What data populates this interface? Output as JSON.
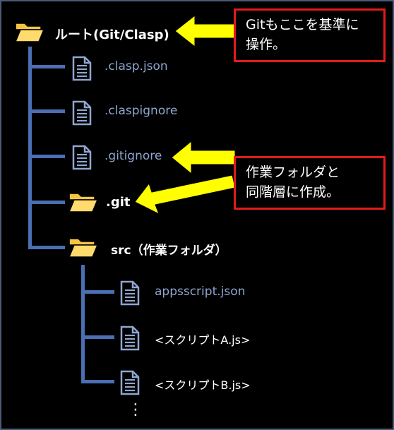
{
  "tree": {
    "root": {
      "label": "ルート(Git/Clasp)",
      "icon": "folder-icon"
    },
    "children": [
      {
        "label": ".clasp.json",
        "icon": "file-icon"
      },
      {
        "label": ".claspignore",
        "icon": "file-icon"
      },
      {
        "label": ".gitignore",
        "icon": "file-icon"
      },
      {
        "label": ".git",
        "icon": "folder-icon"
      },
      {
        "label": "src（作業フォルダ）",
        "icon": "folder-icon"
      }
    ],
    "src_children": [
      {
        "label": "appsscript.json",
        "icon": "file-icon"
      },
      {
        "label": "<スクリプトA.js>",
        "icon": "file-icon"
      },
      {
        "label": "<スクリプトB.js>",
        "icon": "file-icon"
      }
    ],
    "more": "⋮"
  },
  "callouts": {
    "root_note": [
      "Gitもここを基準に",
      "操作。"
    ],
    "git_note": [
      "作業フォルダと",
      "同階層に作成。"
    ]
  },
  "colors": {
    "tree_line": "#4a6fb3",
    "arrow": "#ffff00",
    "callout_border": "#e21b1b",
    "folder_fill": "#f5c441",
    "file_label": "#8fa6cf"
  }
}
